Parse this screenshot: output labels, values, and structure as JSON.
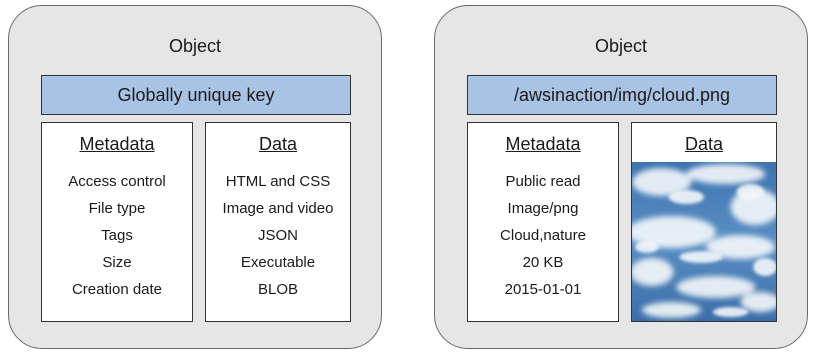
{
  "left": {
    "title": "Object",
    "key": "Globally unique key",
    "metadata": {
      "heading": "Metadata",
      "items": [
        "Access control",
        "File type",
        "Tags",
        "Size",
        "Creation date"
      ]
    },
    "data": {
      "heading": "Data",
      "items": [
        "HTML and CSS",
        "Image and video",
        "JSON",
        "Executable",
        "BLOB"
      ]
    }
  },
  "right": {
    "title": "Object",
    "key": "/awsinaction/img/cloud.png",
    "metadata": {
      "heading": "Metadata",
      "items": [
        "Public read",
        "Image/png",
        "Cloud,nature",
        "20 KB",
        "2015-01-01"
      ]
    },
    "data": {
      "heading": "Data",
      "image": "cloud-sky-photo"
    }
  },
  "colors": {
    "card_bg": "#e6e6e6",
    "key_bar": "#a8c3e4",
    "sky": "#3f77b2"
  }
}
